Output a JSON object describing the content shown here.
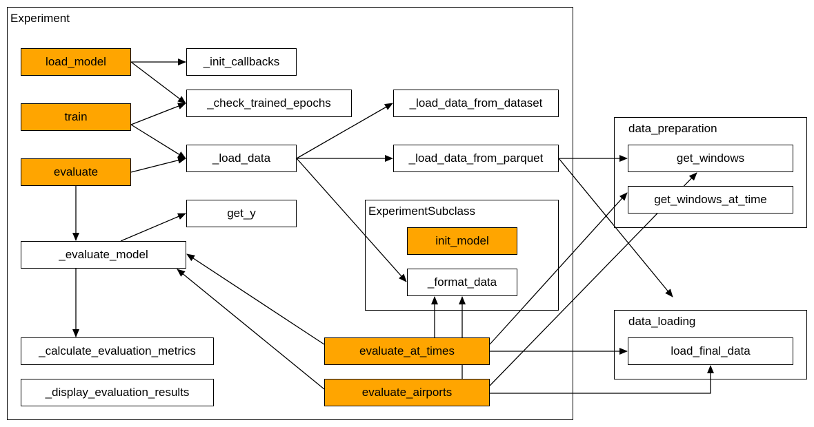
{
  "colors": {
    "highlight": "#FFA500",
    "stroke": "#000000",
    "background": "#FFFFFF"
  },
  "groups": {
    "experiment": "Experiment",
    "subclass": "ExperimentSubclass",
    "data_preparation": "data_preparation",
    "data_loading": "data_loading"
  },
  "nodes": {
    "load_model": "load_model",
    "train": "train",
    "evaluate": "evaluate",
    "init_callbacks": "_init_callbacks",
    "check_trained_epochs": "_check_trained_epochs",
    "load_data": "_load_data",
    "get_y": "get_y",
    "evaluate_model": "_evaluate_model",
    "calculate_evaluation_metrics": "_calculate_evaluation_metrics",
    "display_evaluation_results": "_display_evaluation_results",
    "load_data_from_dataset": "_load_data_from_dataset",
    "load_data_from_parquet": "_load_data_from_parquet",
    "init_model": "init_model",
    "format_data": "_format_data",
    "evaluate_at_times": "evaluate_at_times",
    "evaluate_airports": "evaluate_airports",
    "get_windows": "get_windows",
    "get_windows_at_time": "get_windows_at_time",
    "load_final_data": "load_final_data"
  },
  "highlighted": [
    "load_model",
    "train",
    "evaluate",
    "init_model",
    "evaluate_at_times",
    "evaluate_airports"
  ],
  "edges": [
    [
      "load_model",
      "init_callbacks"
    ],
    [
      "load_model",
      "check_trained_epochs"
    ],
    [
      "train",
      "check_trained_epochs"
    ],
    [
      "train",
      "load_data"
    ],
    [
      "evaluate",
      "load_data"
    ],
    [
      "evaluate",
      "evaluate_model"
    ],
    [
      "evaluate_model",
      "get_y"
    ],
    [
      "evaluate_model",
      "calculate_evaluation_metrics"
    ],
    [
      "load_data",
      "load_data_from_dataset"
    ],
    [
      "load_data",
      "load_data_from_parquet"
    ],
    [
      "load_data",
      "format_data"
    ],
    [
      "load_data_from_parquet",
      "get_windows"
    ],
    [
      "load_data_from_parquet",
      "load_final_data"
    ],
    [
      "evaluate_at_times",
      "evaluate_model"
    ],
    [
      "evaluate_at_times",
      "format_data"
    ],
    [
      "evaluate_at_times",
      "get_windows_at_time"
    ],
    [
      "evaluate_at_times",
      "load_final_data"
    ],
    [
      "evaluate_airports",
      "evaluate_model"
    ],
    [
      "evaluate_airports",
      "format_data"
    ],
    [
      "evaluate_airports",
      "get_windows"
    ],
    [
      "evaluate_airports",
      "load_final_data"
    ]
  ]
}
